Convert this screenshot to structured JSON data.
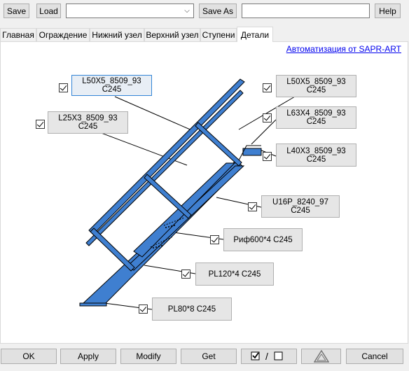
{
  "toolbar": {
    "save_label": "Save",
    "load_label": "Load",
    "preset_value": "",
    "save_as_label": "Save As",
    "name_value": "",
    "help_label": "Help"
  },
  "tabs": [
    {
      "label": "Главная"
    },
    {
      "label": "Ограждение"
    },
    {
      "label": "Нижний узел"
    },
    {
      "label": "Верхний узел"
    },
    {
      "label": "Ступени"
    },
    {
      "label": "Детали"
    }
  ],
  "link": "Автоматизация от SAPR-ART",
  "parts": [
    {
      "line1": "L50X5_8509_93",
      "line2": "C245",
      "checked": true
    },
    {
      "line1": "L25X3_8509_93",
      "line2": "C245",
      "checked": true
    },
    {
      "line1": "L50X5_8509_93",
      "line2": "C245",
      "checked": true
    },
    {
      "line1": "L63X4_8509_93",
      "line2": "C245",
      "checked": true
    },
    {
      "line1": "L40X3_8509_93",
      "line2": "C245",
      "checked": true
    },
    {
      "line1": "U16P_8240_97",
      "line2": "C245",
      "checked": true
    },
    {
      "line1": "Риф600*4 C245",
      "line2": "",
      "checked": true
    },
    {
      "line1": "PL120*4 C245",
      "line2": "",
      "checked": true
    },
    {
      "line1": "PL80*8 C245",
      "line2": "",
      "checked": true
    }
  ],
  "bottom": {
    "ok_label": "OK",
    "apply_label": "Apply",
    "modify_label": "Modify",
    "get_label": "Get",
    "slash": "/",
    "cancel_label": "Cancel"
  },
  "colors": {
    "steel_fill": "#3f7fd0",
    "steel_stroke": "#000000",
    "accent_focus": "#3385d6"
  },
  "icons": {
    "check_toggle": "checkbox-checked-icon",
    "uncheck_toggle": "checkbox-unchecked-icon",
    "warning": "warning-triangle-icon"
  }
}
